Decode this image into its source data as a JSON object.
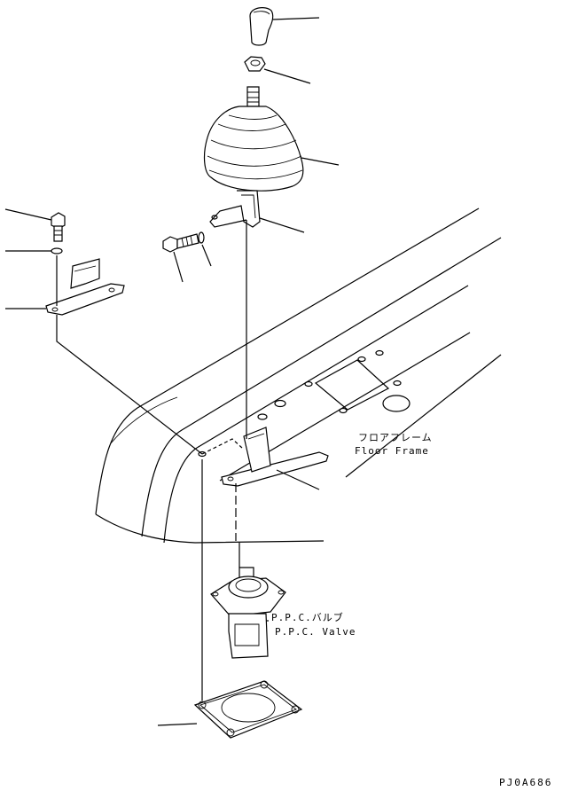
{
  "labels": {
    "floor_frame_jp": "フロアフレーム",
    "floor_frame_en": "Floor Frame",
    "ppc_valve_jp": "P.P.C.バルブ",
    "ppc_valve_en": "P.P.C. Valve",
    "drawing_code": "PJ0A686"
  }
}
